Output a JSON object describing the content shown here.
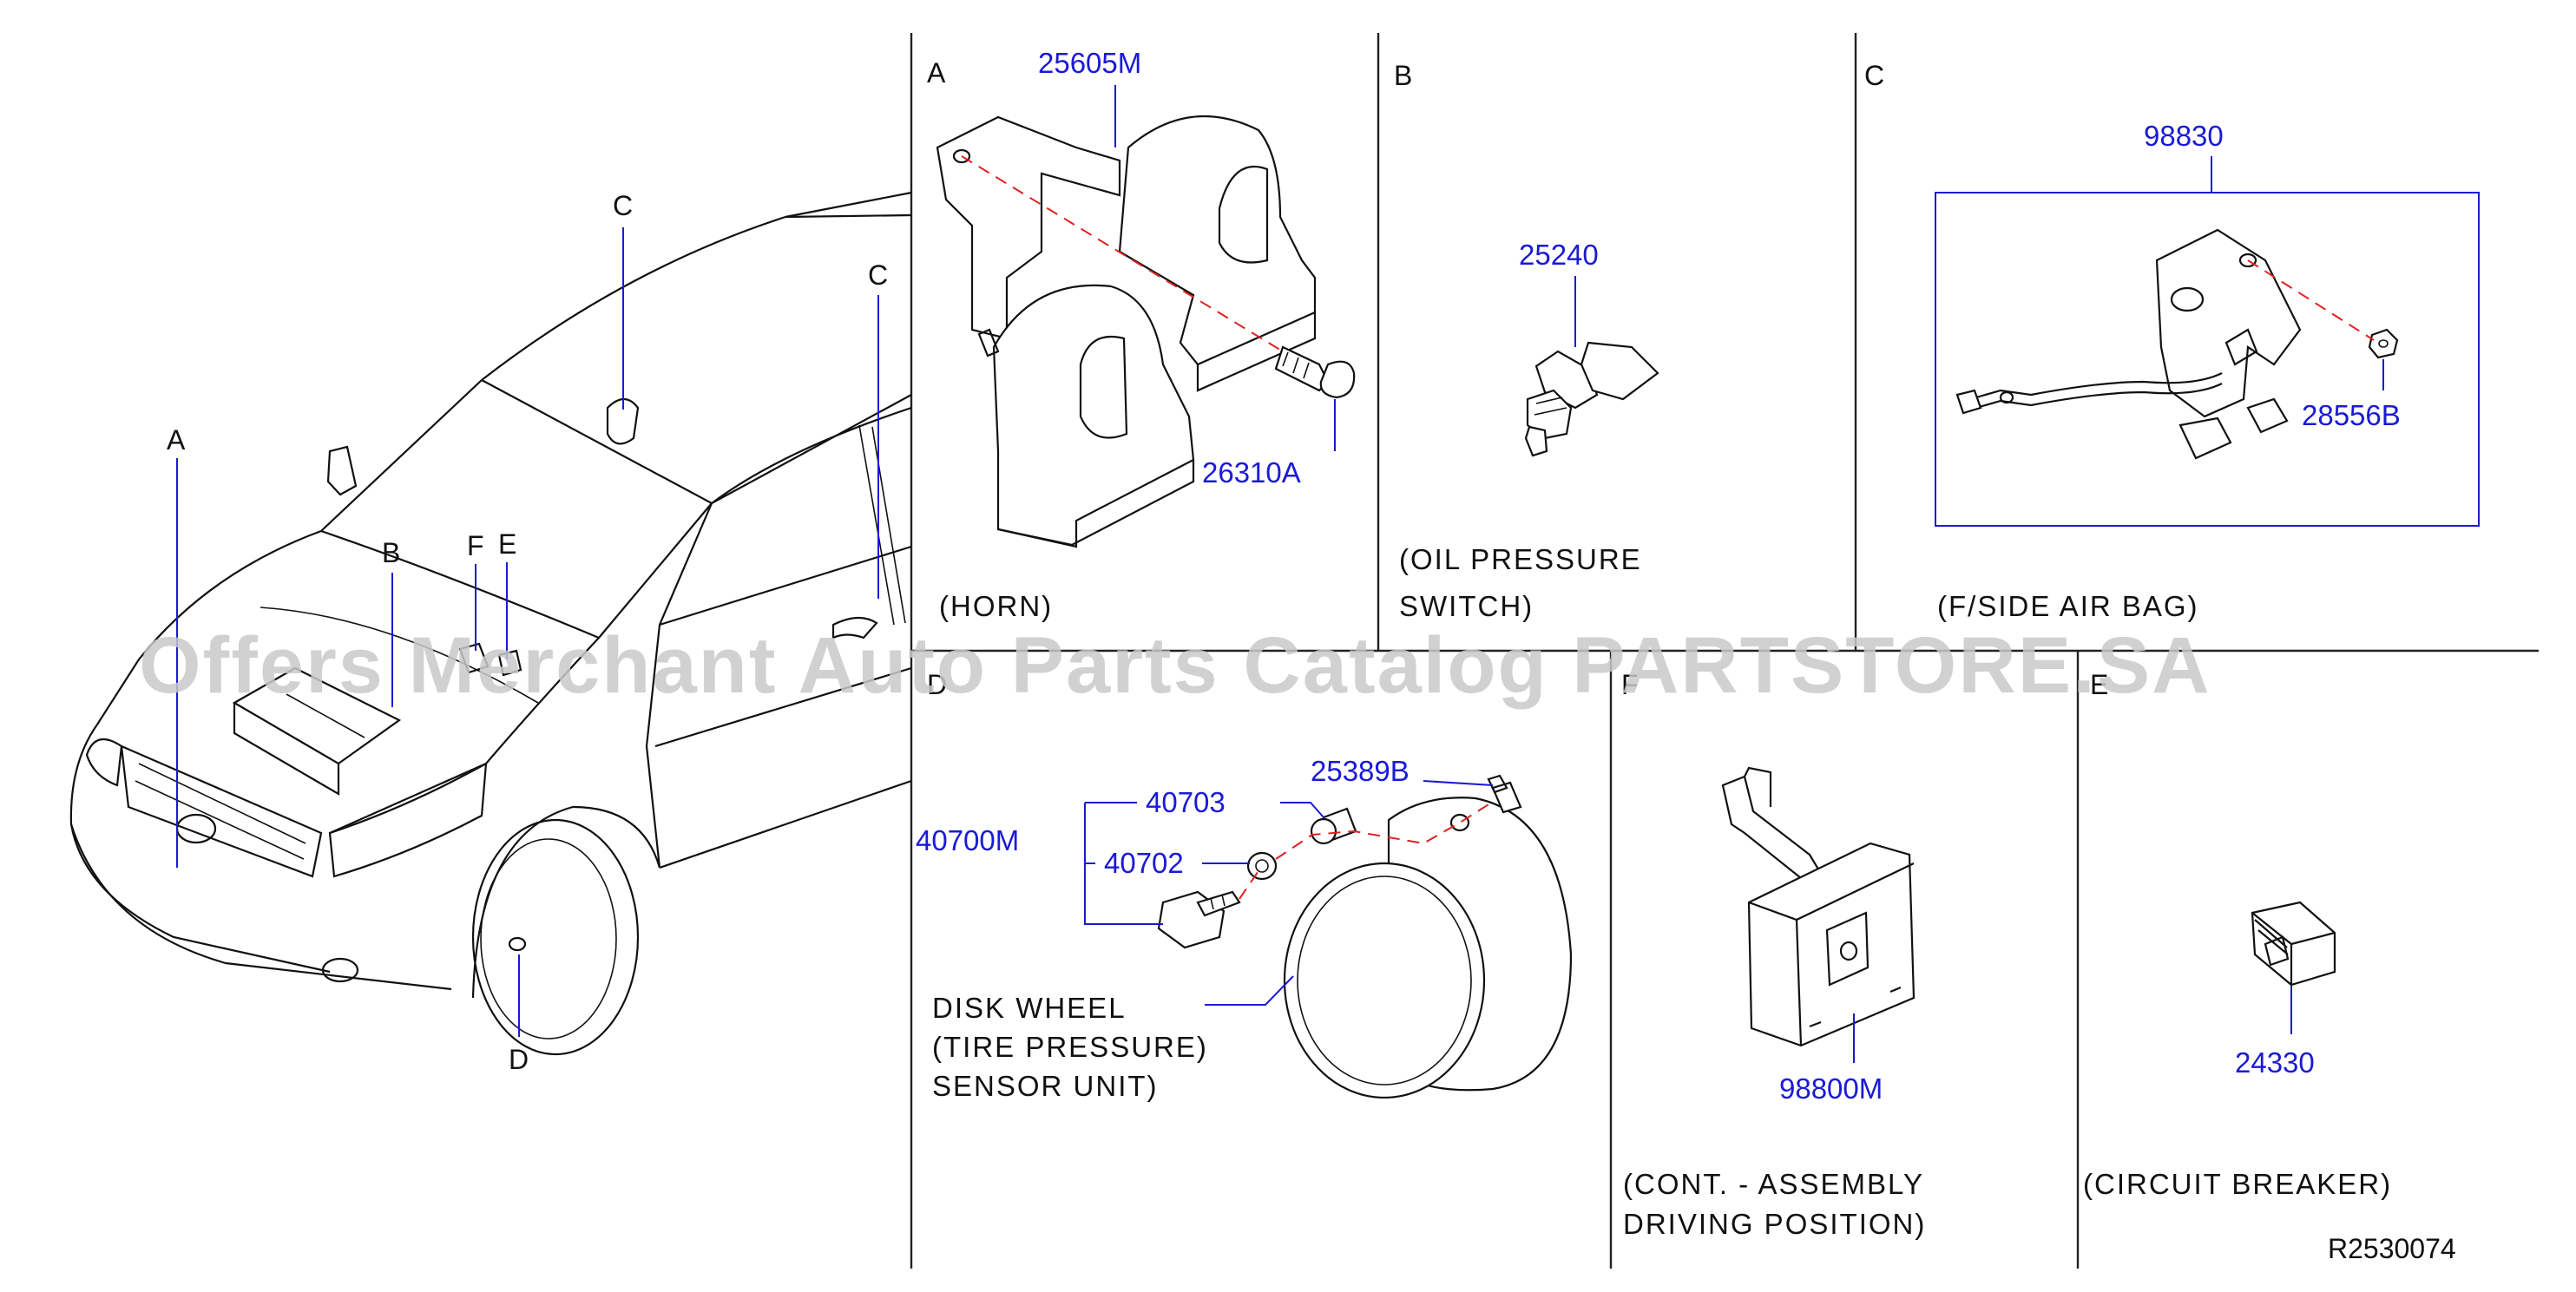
{
  "overview": {
    "callouts": {
      "a": "A",
      "b": "B",
      "c1": "C",
      "c2": "C",
      "d": "D",
      "e": "E",
      "f": "F"
    }
  },
  "panel_a": {
    "letter": "A",
    "parts": [
      "25605M",
      "26310A"
    ],
    "caption": "(HORN)"
  },
  "panel_b": {
    "letter": "B",
    "parts": [
      "25240"
    ],
    "caption_lines": [
      "(OIL  PRESSURE",
      "SWITCH)"
    ]
  },
  "panel_c": {
    "letter": "C",
    "parts": [
      "98830",
      "28556B"
    ],
    "caption": "(F/SIDE  AIR  BAG)"
  },
  "panel_d": {
    "letter": "D",
    "parts": [
      "25389B",
      "40703",
      "40700M",
      "40702"
    ],
    "caption_lines": [
      "DISK  WHEEL",
      "(TIRE  PRESSURE)",
      "SENSOR  UNIT)"
    ]
  },
  "panel_f": {
    "letter": "F",
    "parts": [
      "98800M"
    ],
    "caption_lines": [
      "(CONT.  -  ASSEMBLY",
      "DRIVING  POSITION)"
    ]
  },
  "panel_e": {
    "letter": "E",
    "parts": [
      "24330"
    ],
    "caption": "(CIRCUIT  BREAKER)"
  },
  "reference": "R2530074",
  "watermark": "Offers Merchant Auto Parts Catalog PARTSTORE.SA",
  "colors": {
    "part_number": "#1a1ad6",
    "line": "#111111",
    "center_line": "#e02020",
    "watermark": "#c9c9c9"
  }
}
